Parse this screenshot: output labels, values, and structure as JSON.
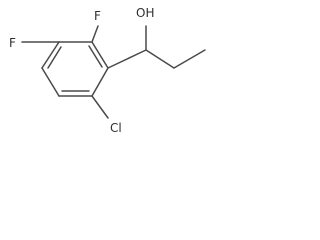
{
  "molecule": {
    "atoms": {
      "fluorine_2": "F",
      "fluorine_3": "F",
      "hydroxyl": "OH",
      "chlorine": "Cl"
    }
  }
}
